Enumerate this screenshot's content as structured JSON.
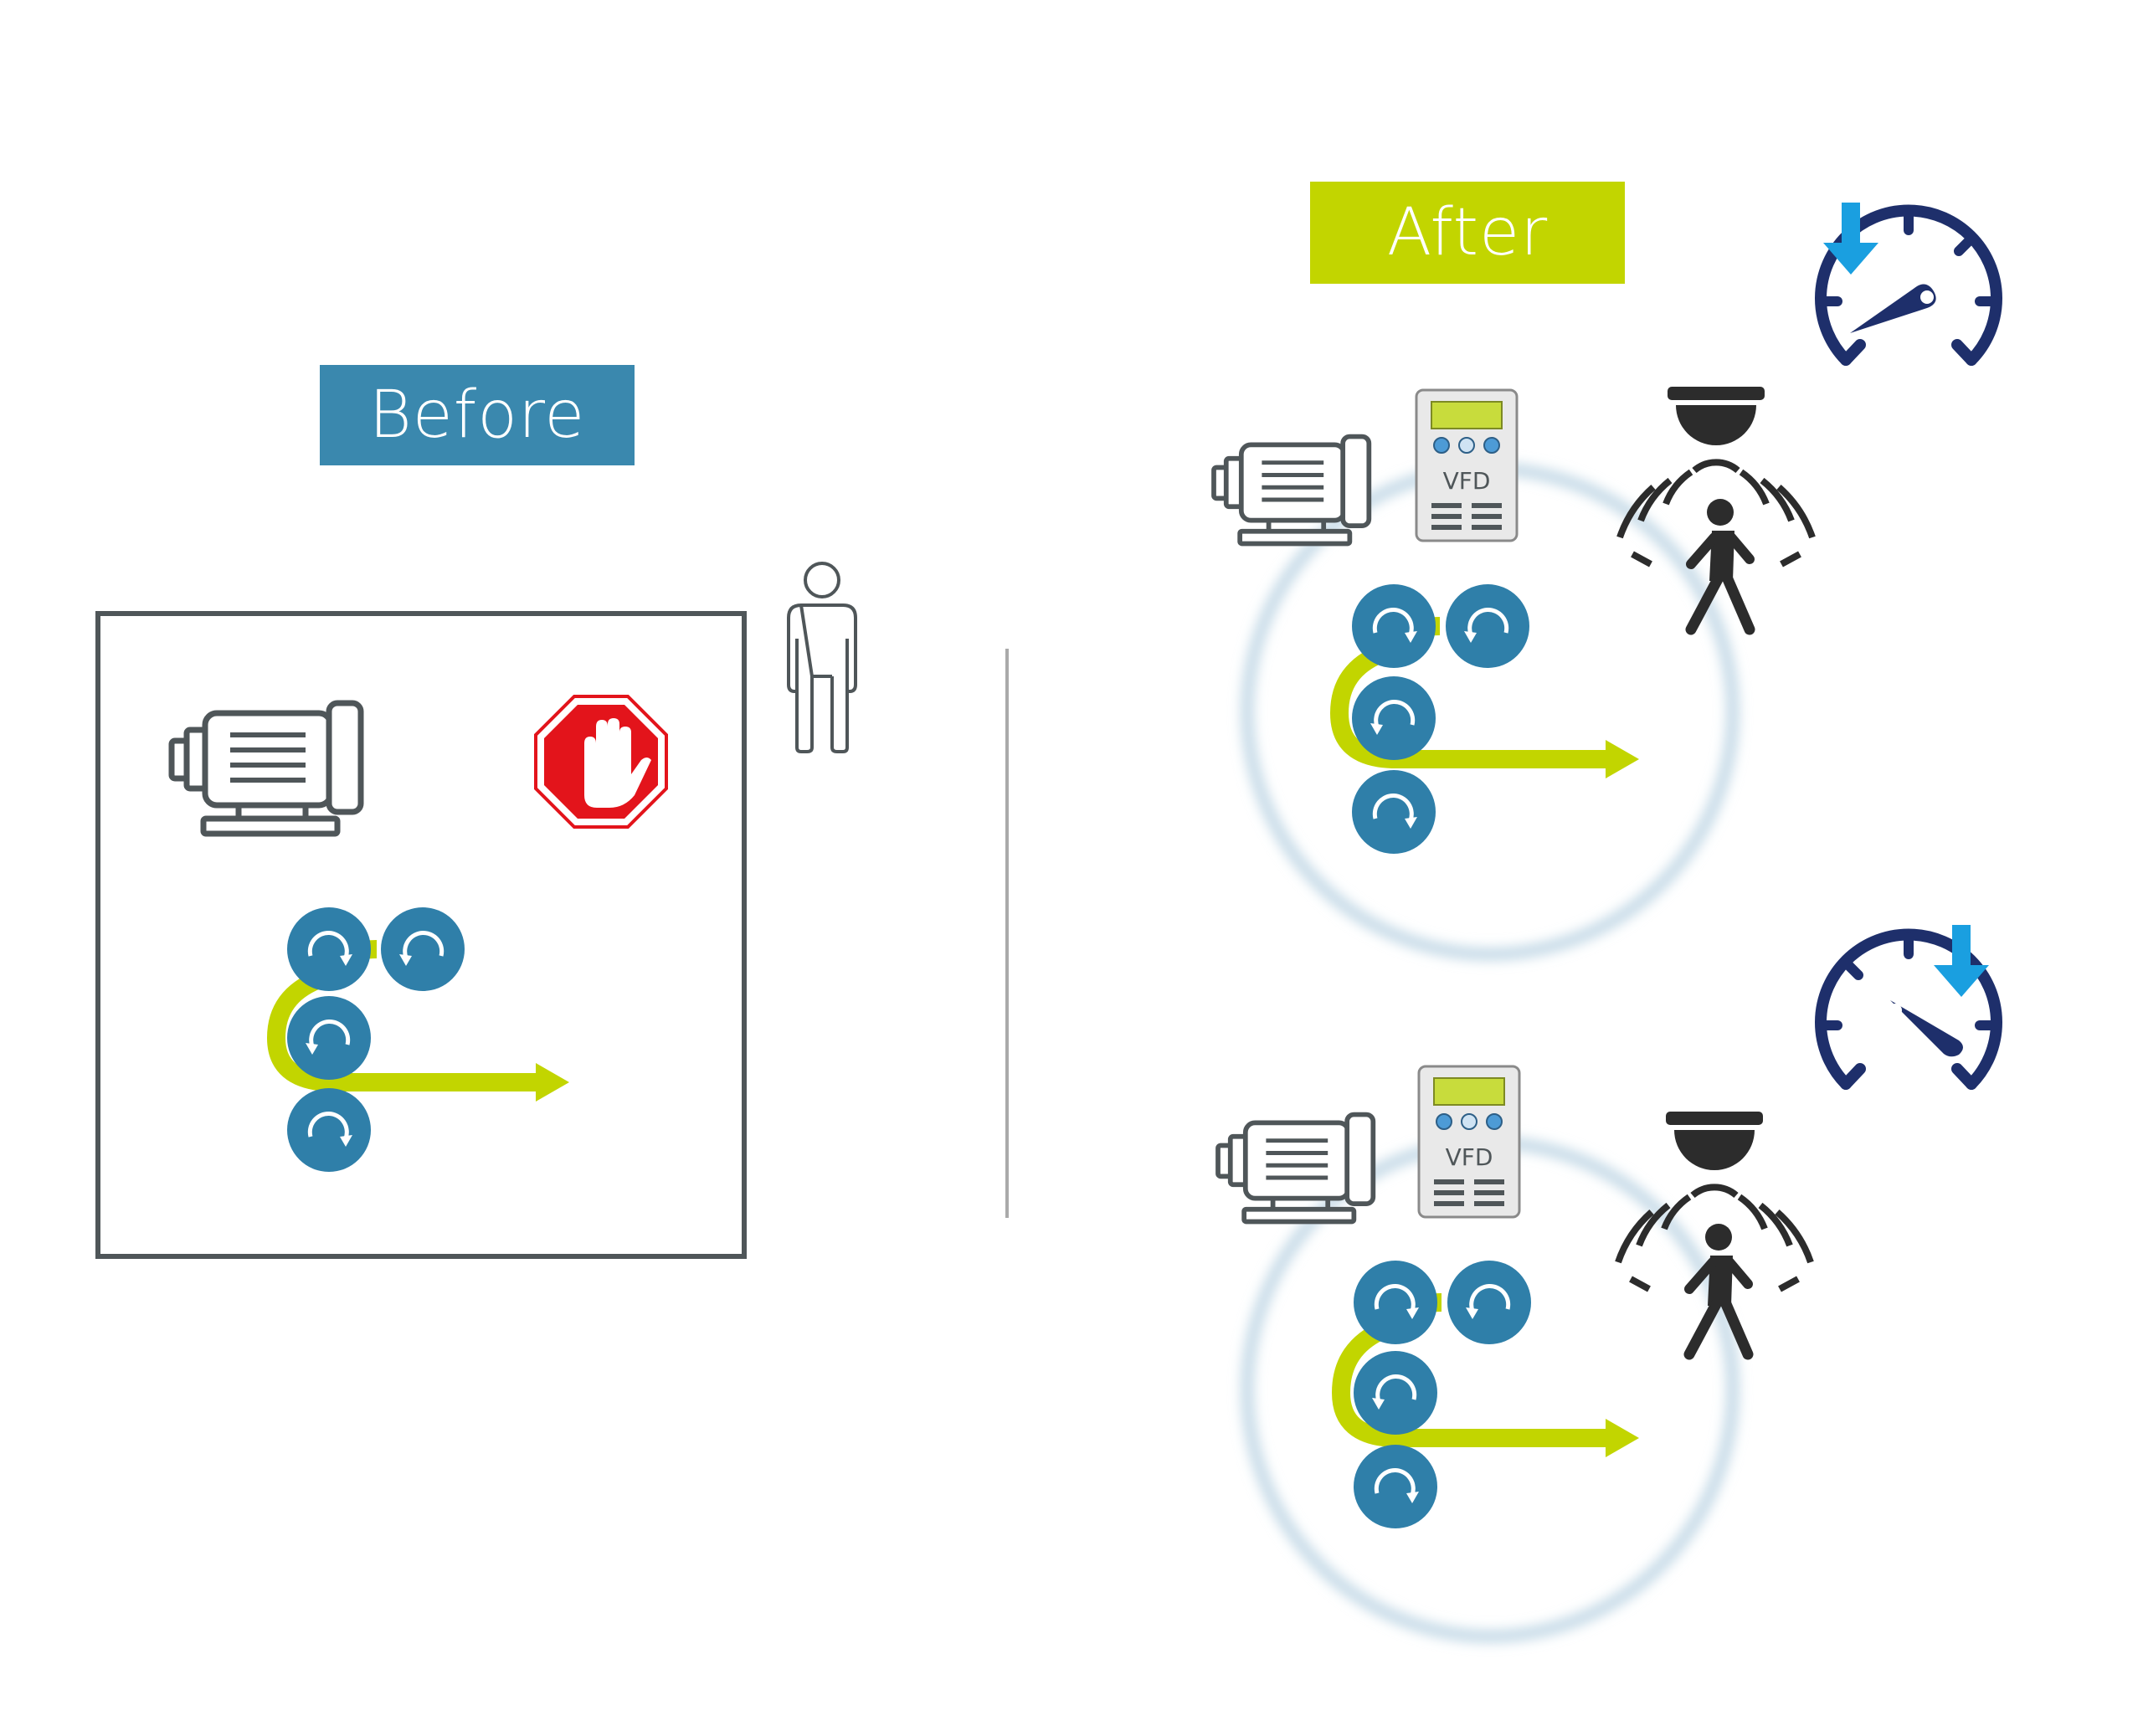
{
  "labels": {
    "before": "Before",
    "after": "After"
  },
  "vfd": {
    "text": "VFD"
  },
  "colors": {
    "before_bg": "#3a88ae",
    "after_bg": "#c2d500",
    "roller": "#2f7fa9",
    "web_path": "#c2d500",
    "outline": "#4f5659",
    "speed_gauge": "#1e2f6b",
    "down_arrow": "#1a9fe0",
    "stop_red": "#e3141b",
    "sensor_dark": "#2c2c2c",
    "zone_glow": "#c8dce8"
  },
  "icons": {
    "motor": "electric-motor-icon",
    "stop": "stop-hand-icon",
    "person": "person-outline-icon",
    "vfd": "vfd-drive-icon",
    "sensor": "presence-sensor-icon",
    "gauge": "speed-reduction-gauge-icon"
  }
}
